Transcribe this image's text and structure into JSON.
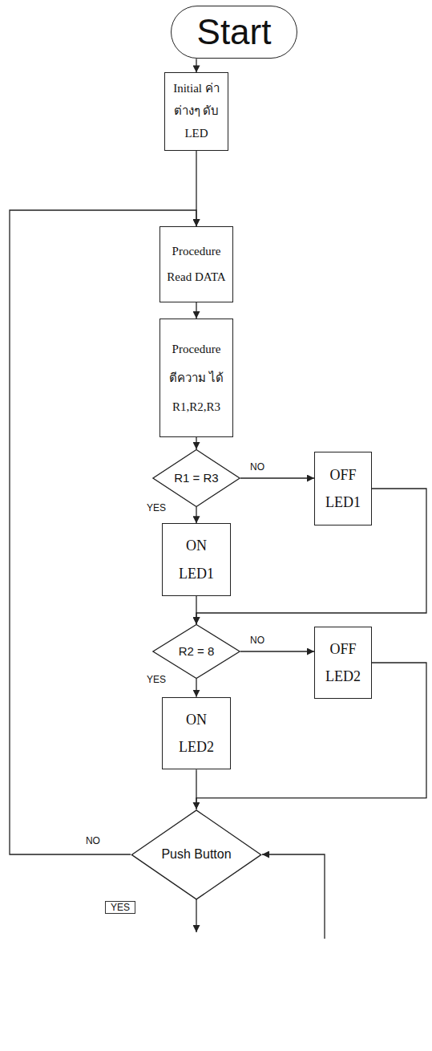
{
  "diagram": {
    "nodes": [
      {
        "text": [
          "Start"
        ]
      },
      {
        "text": [
          "Initial ค่าต่างๆ ดับ LED"
        ]
      },
      {
        "text": [
          "Procedure Read DATA"
        ]
      },
      {
        "text": [
          "Procedure ตีความ ได้ R1,R2,R3"
        ]
      },
      {
        "text": [
          "R1 = R3"
        ]
      },
      {
        "text": [
          "OFF LED1"
        ]
      },
      {
        "text": [
          "ON LED1"
        ]
      },
      {
        "text": [
          "R2 = 8"
        ]
      },
      {
        "text": [
          "OFF LED2"
        ]
      },
      {
        "text": [
          "ON LED2"
        ]
      },
      {
        "text": [
          "Push Button"
        ]
      }
    ],
    "edges": [
      {
        "from": 0,
        "to": 1,
        "arrow": "to"
      },
      {
        "from": 1,
        "to": 2,
        "arrow": "to"
      },
      {
        "from": 2,
        "to": 3,
        "arrow": "to"
      },
      {
        "from": 3,
        "to": 4,
        "arrow": "to"
      },
      {
        "from": 4,
        "to": 5,
        "label": "NO",
        "arrow": "to"
      },
      {
        "from": 4,
        "to": 6,
        "label": "YES",
        "arrow": "to"
      },
      {
        "from": 5,
        "to": 7,
        "arrow": "to"
      },
      {
        "from": 6,
        "to": 7,
        "arrow": "to"
      },
      {
        "from": 7,
        "to": 8,
        "label": "NO",
        "arrow": "to"
      },
      {
        "from": 7,
        "to": 9,
        "label": "YES",
        "arrow": "to"
      },
      {
        "from": 8,
        "to": 10,
        "arrow": "to"
      },
      {
        "from": 9,
        "to": 10,
        "arrow": "to"
      },
      {
        "from": 10,
        "to": 2,
        "label": "NO",
        "arrow": "to"
      }
    ],
    "labels": [
      "YES"
    ]
  }
}
